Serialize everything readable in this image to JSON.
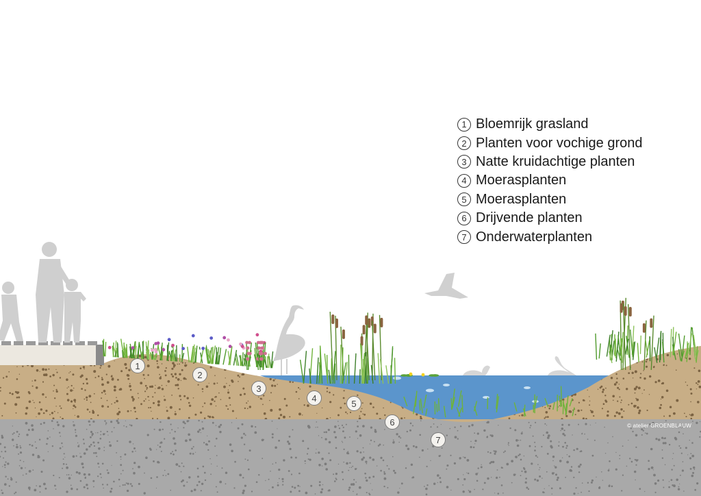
{
  "legend": [
    {
      "num": "1",
      "label": "Bloemrijk grasland"
    },
    {
      "num": "2",
      "label": "Planten voor vochige grond"
    },
    {
      "num": "3",
      "label": "Natte kruidachtige planten"
    },
    {
      "num": "4",
      "label": "Moerasplanten"
    },
    {
      "num": "5",
      "label": "Moerasplanten"
    },
    {
      "num": "6",
      "label": "Drijvende planten"
    },
    {
      "num": "7",
      "label": "Onderwaterplanten"
    }
  ],
  "markers": [
    "1",
    "2",
    "3",
    "4",
    "5",
    "6",
    "7"
  ],
  "credit": "© atelier GROENBLAUW",
  "colors": {
    "soil": "#c8ae86",
    "subsoil": "#a9a9a9",
    "water": "#5b95cc",
    "silhouette": "#cfcfcf",
    "grass": "#6fb33a"
  }
}
